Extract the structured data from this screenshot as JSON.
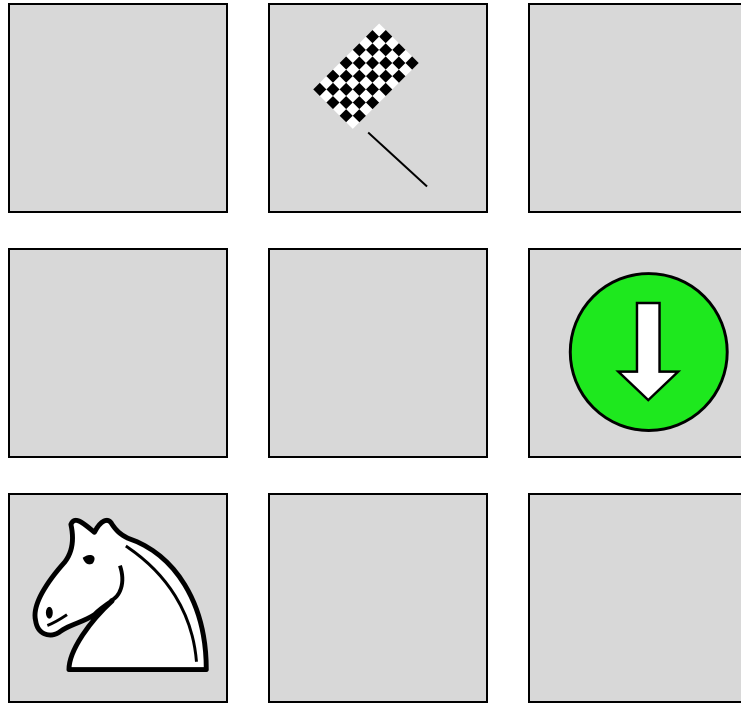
{
  "board": {
    "rows": 3,
    "cols": 3,
    "cells": [
      {
        "row": 0,
        "col": 0,
        "content": "empty"
      },
      {
        "row": 0,
        "col": 1,
        "content": "finish-flag-icon"
      },
      {
        "row": 0,
        "col": 2,
        "content": "empty"
      },
      {
        "row": 1,
        "col": 0,
        "content": "empty"
      },
      {
        "row": 1,
        "col": 1,
        "content": "empty"
      },
      {
        "row": 1,
        "col": 2,
        "content": "arrow-down-icon"
      },
      {
        "row": 2,
        "col": 0,
        "content": "knight-icon"
      },
      {
        "row": 2,
        "col": 1,
        "content": "empty"
      },
      {
        "row": 2,
        "col": 2,
        "content": "empty"
      }
    ]
  },
  "colors": {
    "cell_fill": "#d8d8d8",
    "cell_border": "#000000",
    "arrow_circle": "#1ee81e",
    "arrow_fill": "#ffffff",
    "knight_fill": "#ffffff",
    "flag_dark": "#000000",
    "flag_light": "#ffffff"
  }
}
